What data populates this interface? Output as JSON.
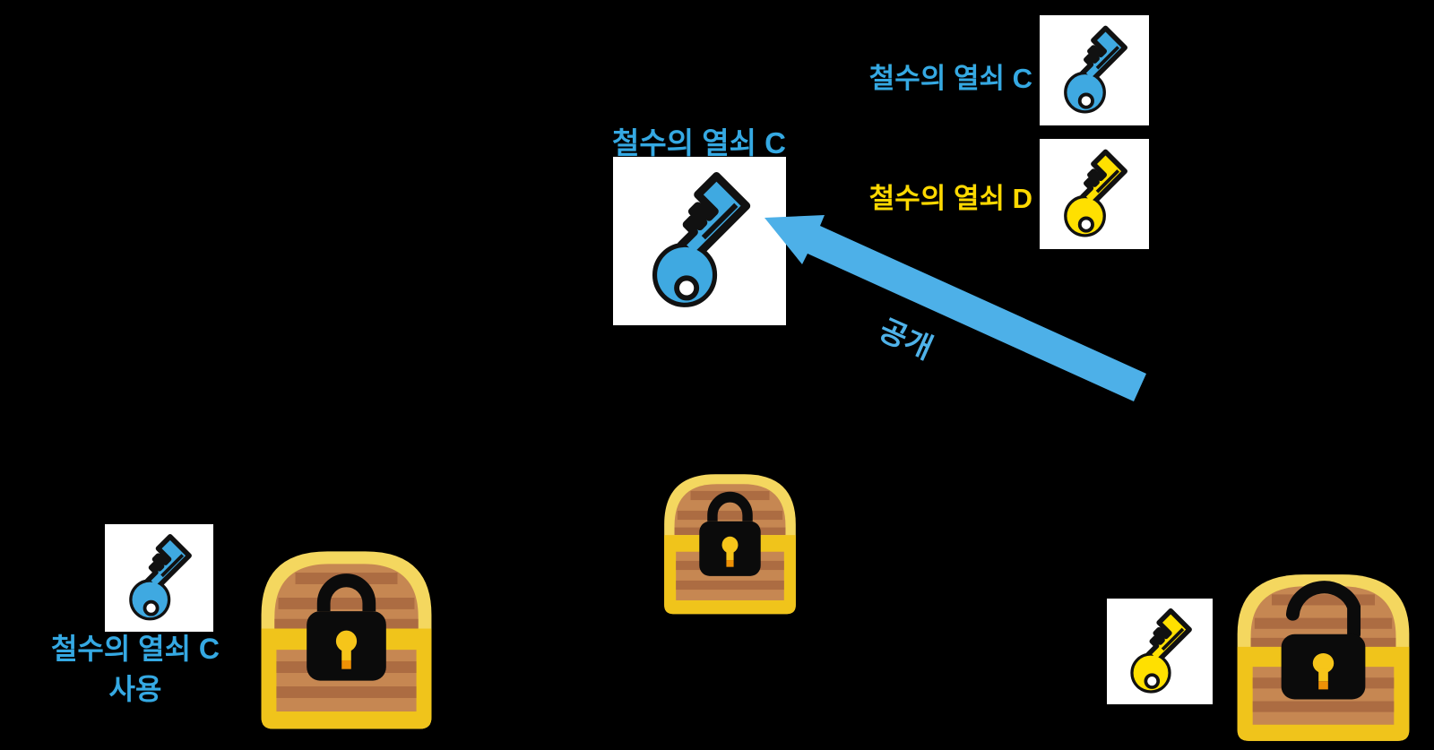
{
  "scene": {
    "background": "#000000",
    "public_key": {
      "label": "철수의 열쇠 C",
      "icon": "blue-key-icon",
      "key_color": "#3FA9E1",
      "label_color": "#35A9E3"
    },
    "key_pair_legend": [
      {
        "label": "철수의 열쇠 C",
        "icon": "blue-key-icon",
        "key_color": "#3FA9E1",
        "label_color": "#35A9E3"
      },
      {
        "label": "철수의 열쇠 D",
        "icon": "yellow-key-icon",
        "key_color": "#FFE000",
        "label_color": "#FFD900"
      }
    ],
    "publish_arrow": {
      "label": "공개",
      "color": "#4DB0E8",
      "direction": "from lower-right up-left toward public key"
    },
    "use_key_group": {
      "caption_line1": "철수의 열쇠 C",
      "caption_line2": "사용",
      "icon": "blue-key-icon",
      "key_color": "#3FA9E1",
      "label_color": "#35A9E3"
    },
    "unlock_key_group": {
      "icon": "yellow-key-icon",
      "key_color": "#FFE000"
    },
    "chests": [
      {
        "state": "locked",
        "icon": "treasure-chest-locked-icon"
      },
      {
        "state": "locked",
        "icon": "treasure-chest-locked-icon"
      },
      {
        "state": "unlocked",
        "icon": "treasure-chest-unlocked-icon"
      }
    ],
    "chest_colors": {
      "pale_gold": "#F4D75F",
      "gold": "#F0C41B",
      "wood": "#C68752",
      "wood_dark": "#AC6C42",
      "lock": "#0B0B0B",
      "keyhole": "#F6C51A",
      "keyhole_tip": "#EF9106"
    }
  }
}
